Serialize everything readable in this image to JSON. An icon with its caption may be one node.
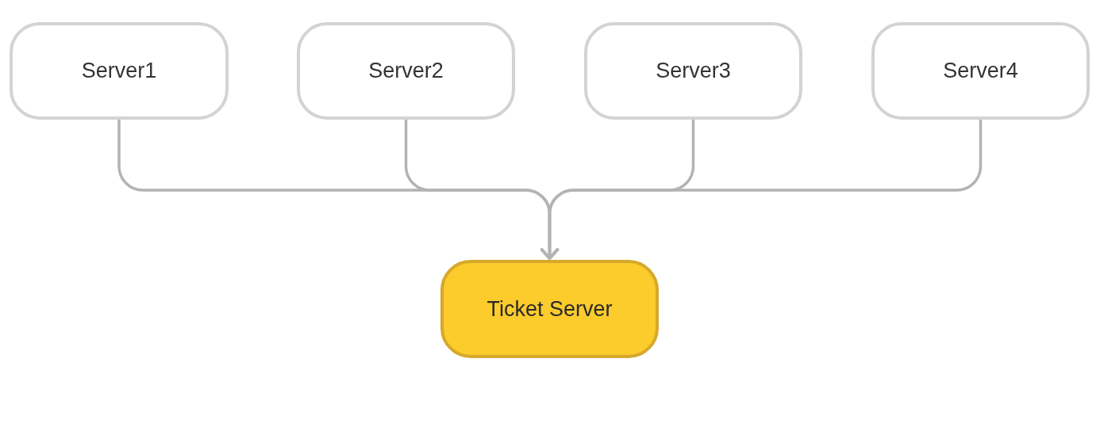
{
  "diagram": {
    "nodes": [
      {
        "text": [
          "Server1"
        ]
      },
      {
        "text": [
          "Server2"
        ]
      },
      {
        "text": [
          "Server3"
        ]
      },
      {
        "text": [
          "Server4"
        ]
      },
      {
        "text": [
          "Ticket Server"
        ]
      }
    ],
    "edges": [
      {
        "from": 0,
        "to": 4,
        "arrow": "to"
      },
      {
        "from": 1,
        "to": 4,
        "arrow": "to"
      },
      {
        "from": 2,
        "to": 4,
        "arrow": "to"
      },
      {
        "from": 3,
        "to": 4,
        "arrow": "to"
      }
    ]
  }
}
